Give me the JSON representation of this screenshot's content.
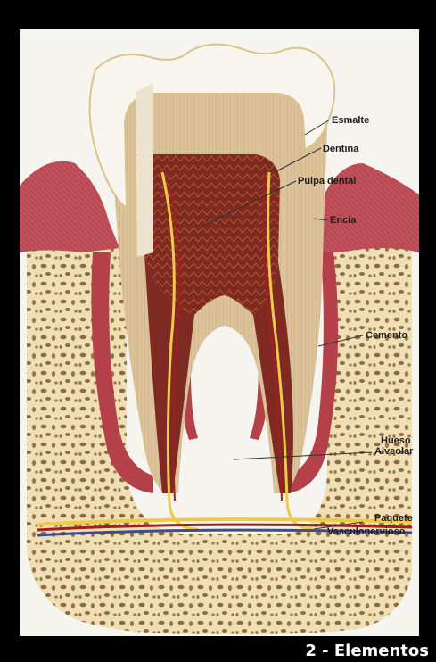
{
  "labels": {
    "esmalte": "Esmalte",
    "dentina": "Dentina",
    "pulpa": "Pulpa dental",
    "encia": "Encia",
    "cemento": "Cemento",
    "hueso_1": "Hueso",
    "hueso_2": "Alveolar",
    "paquete_1": "Paquete",
    "paquete_2": "Vasculonervioso"
  },
  "caption": "2 - Elementos",
  "colors": {
    "background": "#000000",
    "panel": "#f6f4ef",
    "enamel": "#f7f5ee",
    "dentin": "#dcc39b",
    "pulp": "#7e2a22",
    "gum": "#c0505a",
    "bone": "#efdfb4",
    "bone_pore": "#8c6a3d",
    "nerve_yellow": "#f0c84a",
    "vessel_red": "#a02020",
    "vessel_blue": "#3a4d8c"
  }
}
